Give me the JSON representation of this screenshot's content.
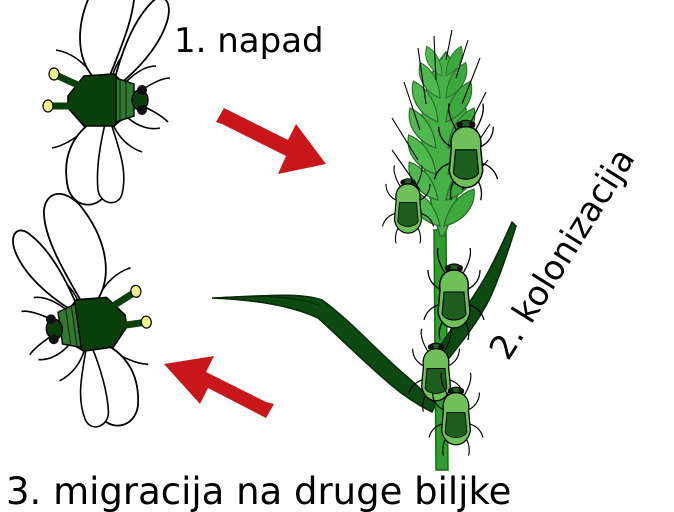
{
  "labels": {
    "attack": "1. napad",
    "colonization": "2. kolonizacija",
    "migration": "3. migracija na druge biljke"
  },
  "colors": {
    "arrow": "#c8161a",
    "insect_body": "#0a3f0a",
    "insect_wing": "#ffffff",
    "aphid_light": "#6fbf5a",
    "aphid_dark": "#1e5e1e",
    "stem": "#2e9e2e",
    "ear": "#4fb84f",
    "leaf": "#0c4a12",
    "antenna_tip": "#f3f08a"
  },
  "icons": {
    "winged_aphid": "winged-aphid-icon",
    "wingless_aphid": "wingless-aphid-icon",
    "plant": "wheat-plant-icon",
    "arrow": "arrow-icon"
  }
}
